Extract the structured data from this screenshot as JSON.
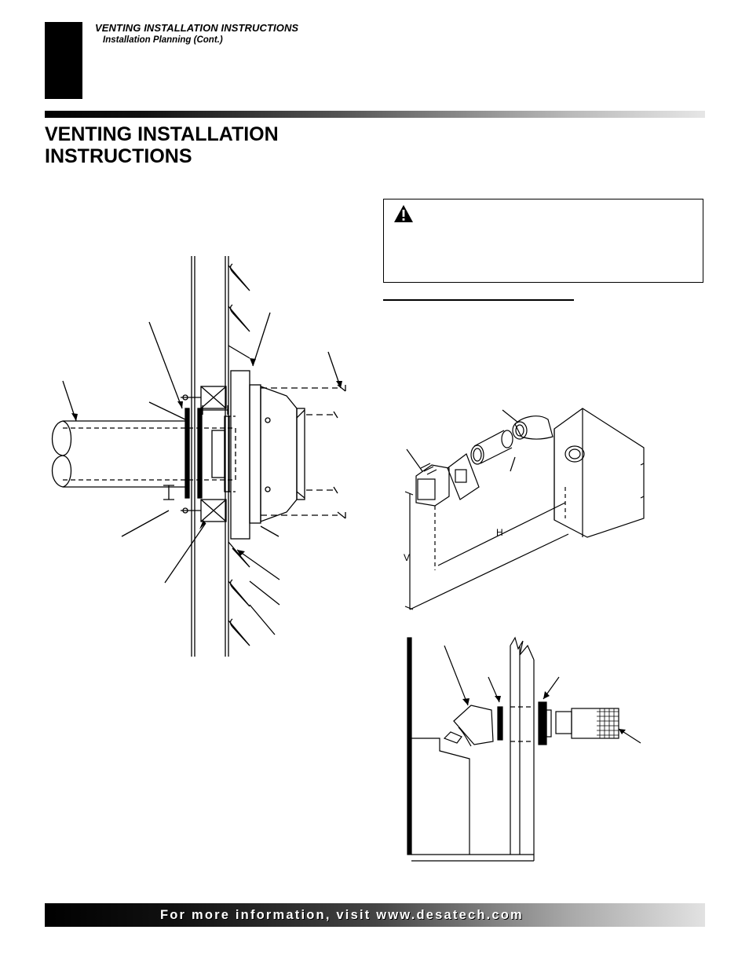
{
  "header": {
    "section_title": "VENTING INSTALLATION INSTRUCTIONS",
    "subsection": "Installation Planning (Cont.)"
  },
  "page_title": "VENTING INSTALLATION INSTRUCTIONS",
  "warning_box": {
    "icon": "warning-triangle-icon"
  },
  "figures": {
    "fig2": {
      "label_h": "H",
      "label_v": "V"
    }
  },
  "footer": {
    "text": "For more information, visit www.desatech.com"
  }
}
